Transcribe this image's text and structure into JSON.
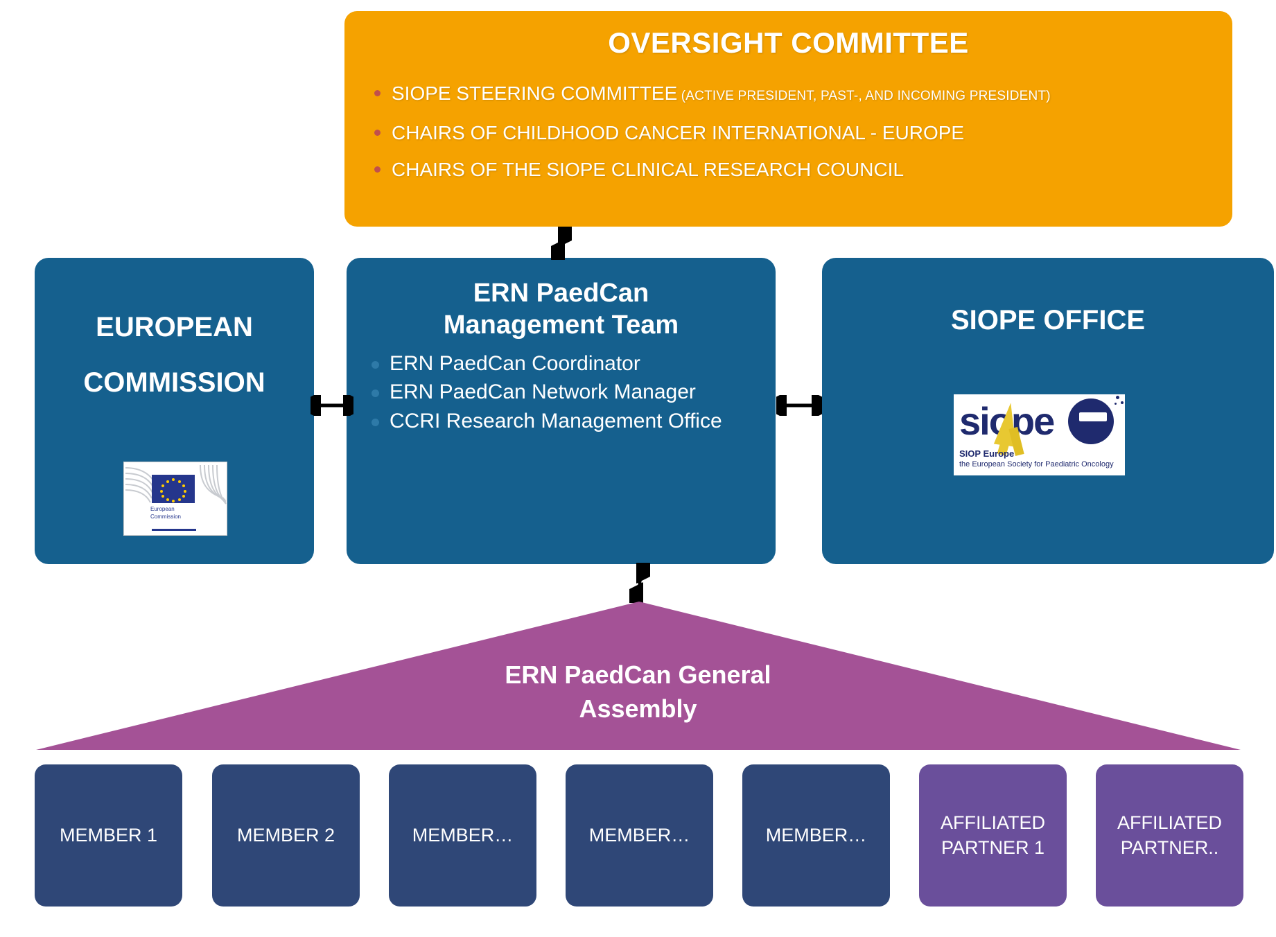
{
  "oversight": {
    "title": "OVERSIGHT COMMITTEE",
    "items": [
      {
        "main": "SIOPE STEERING COMMITTEE",
        "sub": " (ACTIVE PRESIDENT, PAST-, AND  INCOMING PRESIDENT)"
      },
      {
        "main": "CHAIRS OF CHILDHOOD CANCER INTERNATIONAL - EUROPE",
        "sub": ""
      },
      {
        "main": "CHAIRS OF THE SIOPE CLINICAL RESEARCH COUNCIL",
        "sub": ""
      }
    ],
    "color": "#F5A200"
  },
  "european_commission": {
    "title_line1": "EUROPEAN",
    "title_line2": "COMMISSION",
    "logo_caption_line1": "European",
    "logo_caption_line2": "Commission",
    "color": "#15608E"
  },
  "management_team": {
    "title_line1": "ERN PaedCan",
    "title_line2": "Management Team",
    "members": [
      "ERN PaedCan Coordinator",
      "ERN PaedCan Network Manager",
      "CCRI Research Management Office"
    ],
    "color": "#15608E"
  },
  "siope_office": {
    "title": "SIOPE OFFICE",
    "logo_wordmark": "siope",
    "logo_sub1": "SIOP Europe",
    "logo_sub2": "the European Society for Paediatric Oncology",
    "color": "#15608E"
  },
  "general_assembly": {
    "label_line1": "ERN PaedCan General",
    "label_line2": "Assembly",
    "color": "#A45296"
  },
  "nodes": [
    {
      "label": "MEMBER 1",
      "type": "member"
    },
    {
      "label": "MEMBER 2",
      "type": "member"
    },
    {
      "label": "MEMBER…",
      "type": "member"
    },
    {
      "label": "MEMBER…",
      "type": "member"
    },
    {
      "label": "MEMBER…",
      "type": "member"
    },
    {
      "label": "AFFILIATED PARTNER 1",
      "type": "affiliated"
    },
    {
      "label": "AFFILIATED PARTNER..",
      "type": "affiliated"
    }
  ],
  "colors": {
    "orange": "#F5A200",
    "blue": "#15608E",
    "magenta": "#A45296",
    "member_blue": "#2F4777",
    "member_purple": "#6A4F9B",
    "bullet_red": "#C0504D"
  }
}
